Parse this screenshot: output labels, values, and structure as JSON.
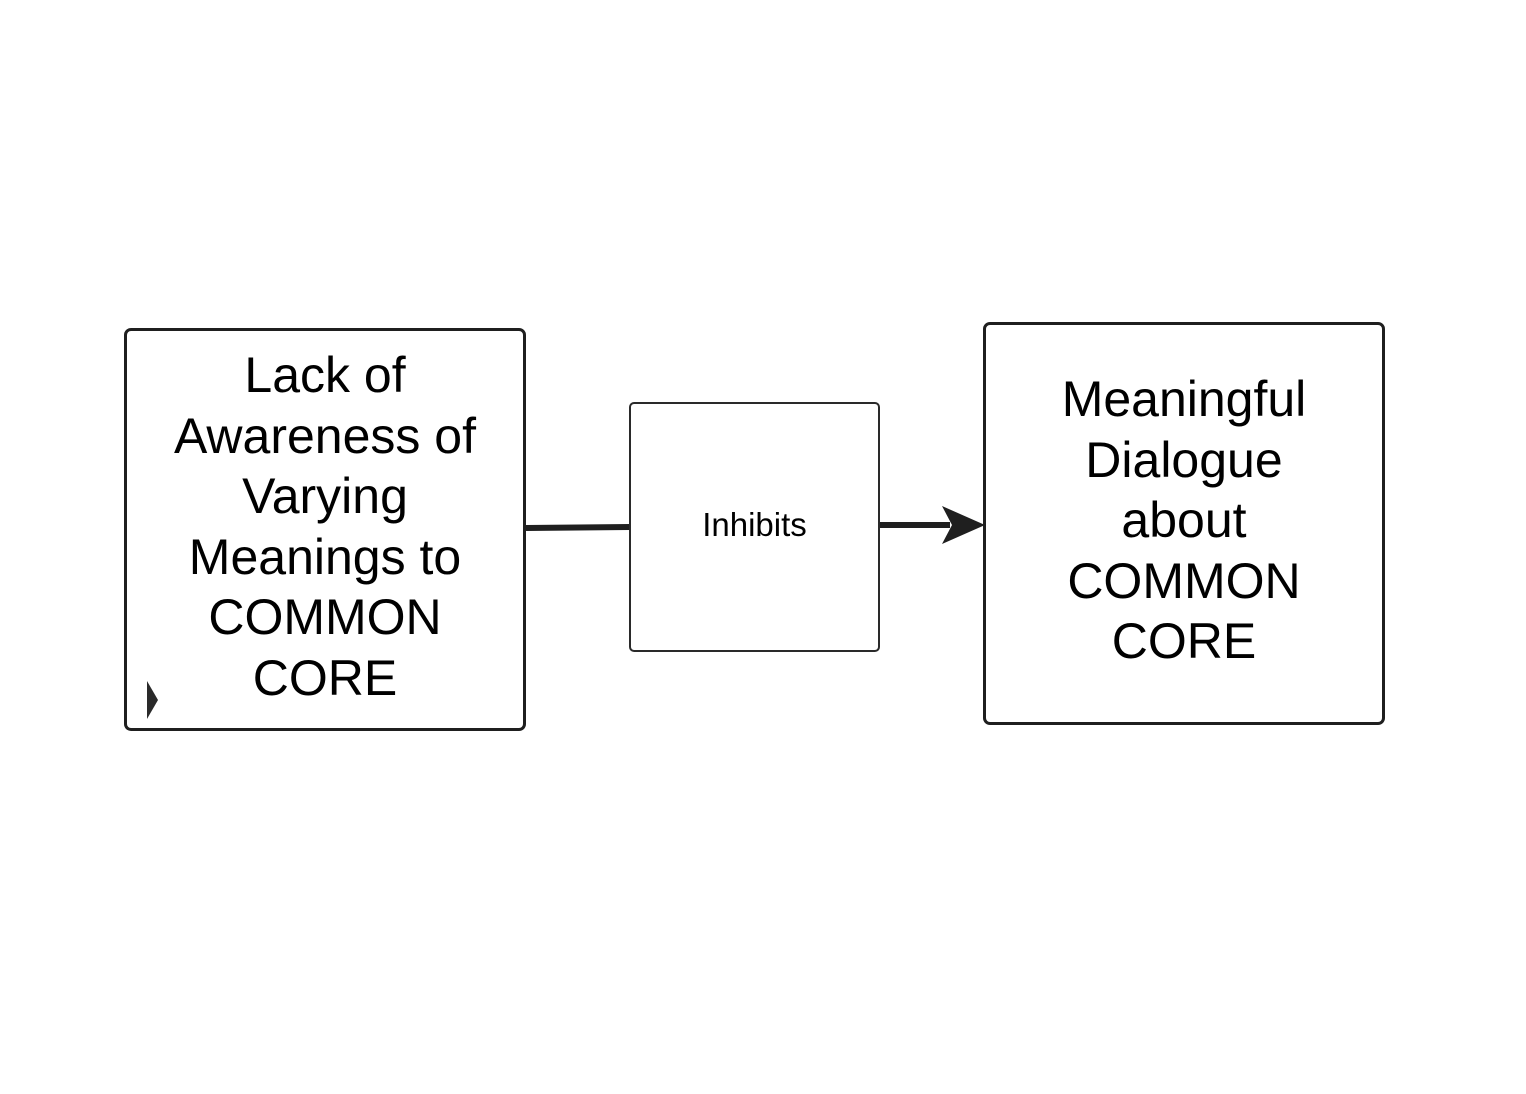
{
  "diagram": {
    "nodes": [
      {
        "id": "cause",
        "label": "Lack of\nAwareness of\nVarying\nMeanings to\nCOMMON\nCORE"
      },
      {
        "id": "relation",
        "label": "Inhibits"
      },
      {
        "id": "effect",
        "label": "Meaningful\nDialogue\nabout\nCOMMON\nCORE"
      }
    ],
    "edges": [
      {
        "from": "cause",
        "to": "relation",
        "arrowhead": false
      },
      {
        "from": "relation",
        "to": "effect",
        "arrowhead": true
      }
    ],
    "colors": {
      "background": "#ffffff",
      "stroke": "#1f1f1f",
      "text": "#000000"
    },
    "icons": {
      "cause_corner_marker": "triangle-marker-icon"
    }
  }
}
